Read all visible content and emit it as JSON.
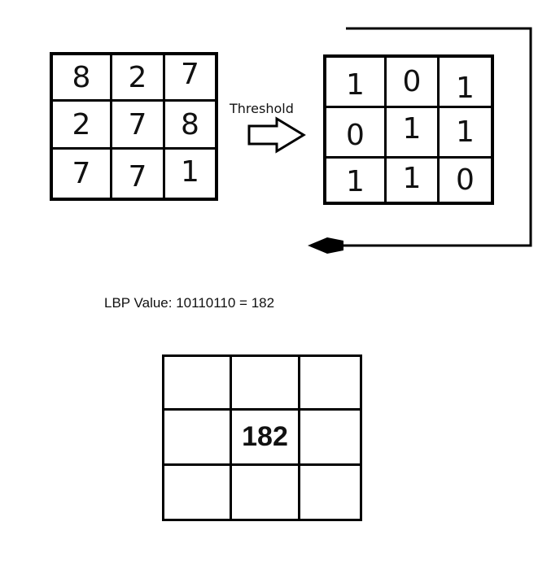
{
  "input_grid": {
    "rows": [
      [
        "8",
        "2",
        "7"
      ],
      [
        "2",
        "7",
        "8"
      ],
      [
        "7",
        "7",
        "1"
      ]
    ]
  },
  "arrow_label": "Threshold",
  "binary_grid": {
    "rows": [
      [
        "1",
        "0",
        "1"
      ],
      [
        "0",
        "1",
        "1"
      ],
      [
        "1",
        "1",
        "0"
      ]
    ]
  },
  "lbp_label": "LBP Value: 10110110 = 182",
  "result_grid": {
    "center_value": "182"
  }
}
